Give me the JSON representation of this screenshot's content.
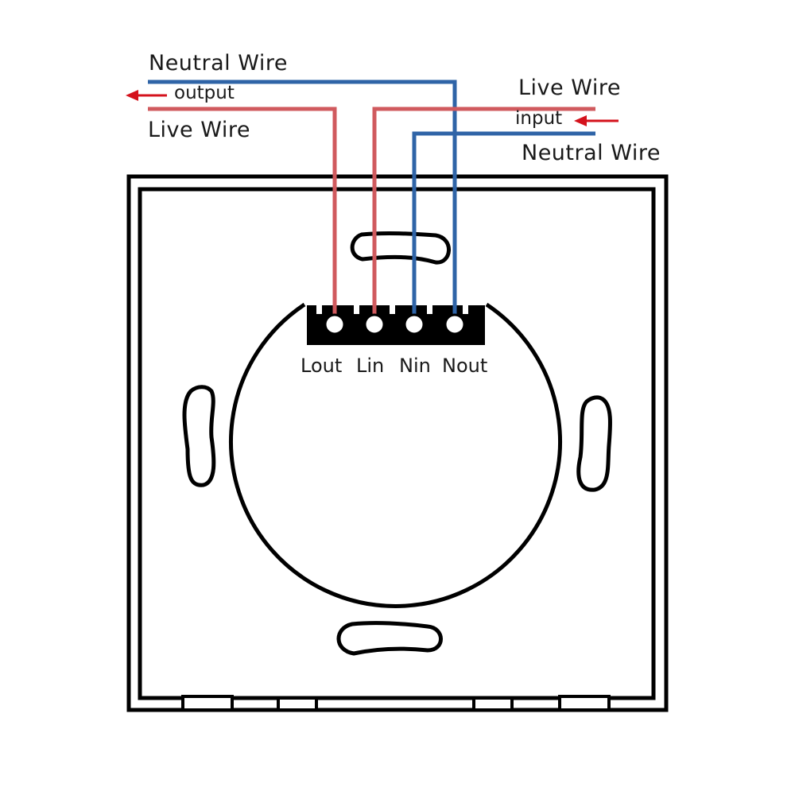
{
  "labels": {
    "left_neutral": "Neutral Wire",
    "output": "output",
    "left_live": "Live Wire",
    "right_live": "Live Wire",
    "input": "input",
    "right_neutral": "Neutral Wire"
  },
  "terminals": [
    {
      "id": "lout",
      "label": "Lout",
      "wire": "live"
    },
    {
      "id": "lin",
      "label": "Lin",
      "wire": "live"
    },
    {
      "id": "nin",
      "label": "Nin",
      "wire": "neutral"
    },
    {
      "id": "nout",
      "label": "Nout",
      "wire": "neutral"
    }
  ],
  "colors": {
    "live_wire": "#d05a5e",
    "neutral_wire": "#2f64a7",
    "arrow": "#d4121c",
    "outline": "#000000"
  },
  "icons": {
    "output_arrow": "arrow-left-icon",
    "input_arrow": "arrow-left-icon"
  }
}
